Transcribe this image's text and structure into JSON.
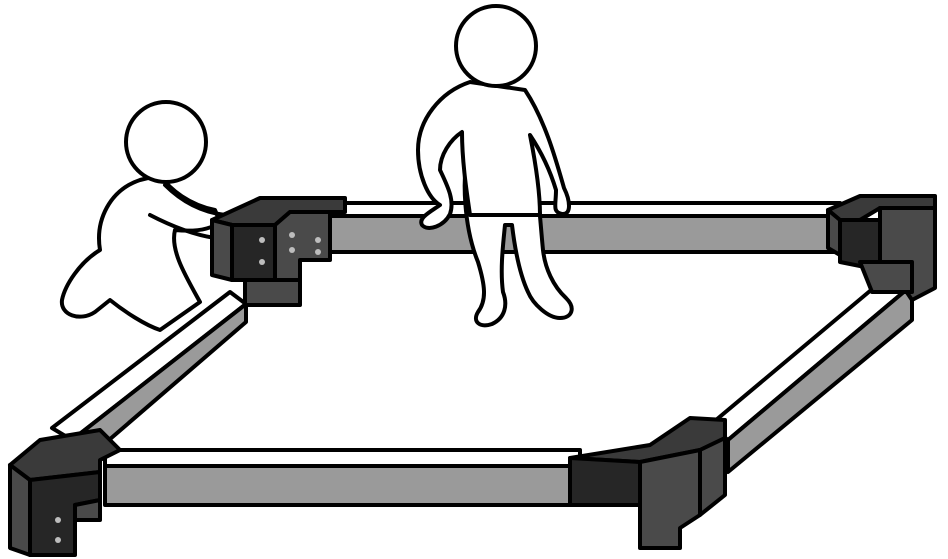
{
  "illustration": {
    "colors": {
      "background": "#ffffff",
      "outline": "#000000",
      "bar_face": "#9a9a9a",
      "bar_top": "#ffffff",
      "bracket": "#3a3a3a"
    },
    "figures": [
      "person-kneeling",
      "person-standing"
    ],
    "frame": {
      "bars": 4,
      "corner_brackets": 4
    }
  }
}
